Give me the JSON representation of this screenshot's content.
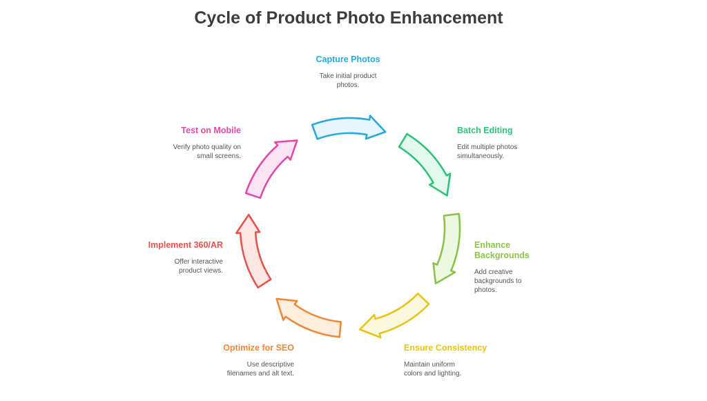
{
  "title": "Cycle of Product Photo Enhancement",
  "steps": [
    {
      "heading": "Capture Photos",
      "desc_1": "Take initial product",
      "desc_2": "photos.",
      "color": "#2aa9d8",
      "fill": "#e6f6fc",
      "icon": "arrow"
    },
    {
      "heading": "Batch Editing",
      "desc_1": "Edit multiple photos",
      "desc_2": "simultaneously.",
      "color": "#2ec27a",
      "fill": "#e5f8ed",
      "icon": "arrow"
    },
    {
      "heading": "Enhance",
      "heading_2": "Backgrounds",
      "desc_1": "Add creative",
      "desc_2": "backgrounds to",
      "desc_3": "photos.",
      "color": "#8bc34a",
      "fill": "#eef7e2",
      "icon": "arrow"
    },
    {
      "heading": "Ensure Consistency",
      "desc_1": "Maintain uniform",
      "desc_2": "colors and lighting.",
      "color": "#e6c419",
      "fill": "#fcf8df",
      "icon": "arrow"
    },
    {
      "heading": "Optimize for SEO",
      "desc_1": "Use descriptive",
      "desc_2": "filenames and alt text.",
      "color": "#ee8a3c",
      "fill": "#fdeedd",
      "icon": "arrow"
    },
    {
      "heading": "Implement 360/AR",
      "desc_1": "Offer interactive",
      "desc_2": "product views.",
      "color": "#e5534b",
      "fill": "#fde7e5",
      "icon": "arrow"
    },
    {
      "heading": "Test on Mobile",
      "desc_1": "Verify photo quality on",
      "desc_2": "small screens.",
      "color": "#e04aa9",
      "fill": "#fbe4f1",
      "icon": "arrow"
    }
  ]
}
